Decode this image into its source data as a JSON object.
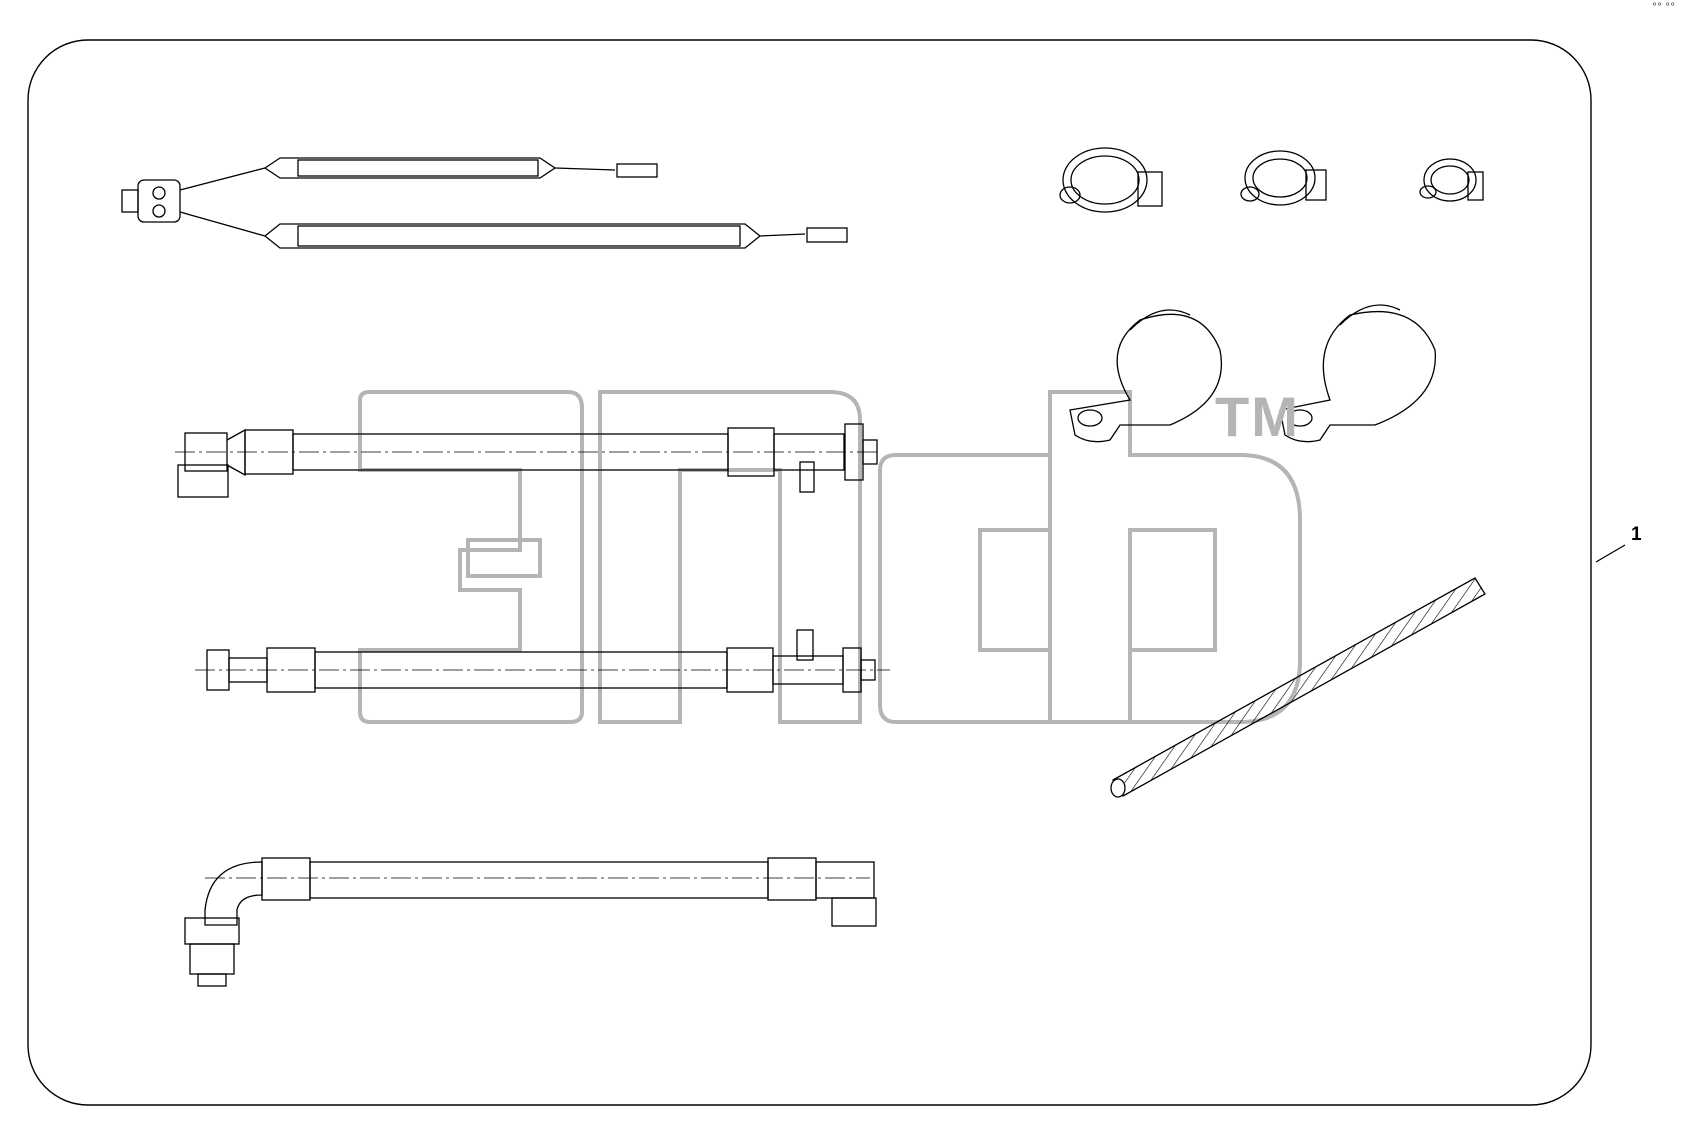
{
  "diagram": {
    "callout_label": "1",
    "watermark_tm": "TM",
    "corner_mark": "°° °°",
    "watermark_color": "#b5b5b5",
    "line_color": "#000000",
    "background": "#ffffff",
    "parts": [
      "wiring-harness",
      "hose-clamp-large",
      "hose-clamp-medium",
      "hose-clamp-small",
      "cushioned-p-clamp",
      "cushioned-p-clamp",
      "hydraulic-hose-elbow-end",
      "hydraulic-hose-straight",
      "hydraulic-hose-90-degree",
      "spiral-wrap-sleeve"
    ]
  }
}
